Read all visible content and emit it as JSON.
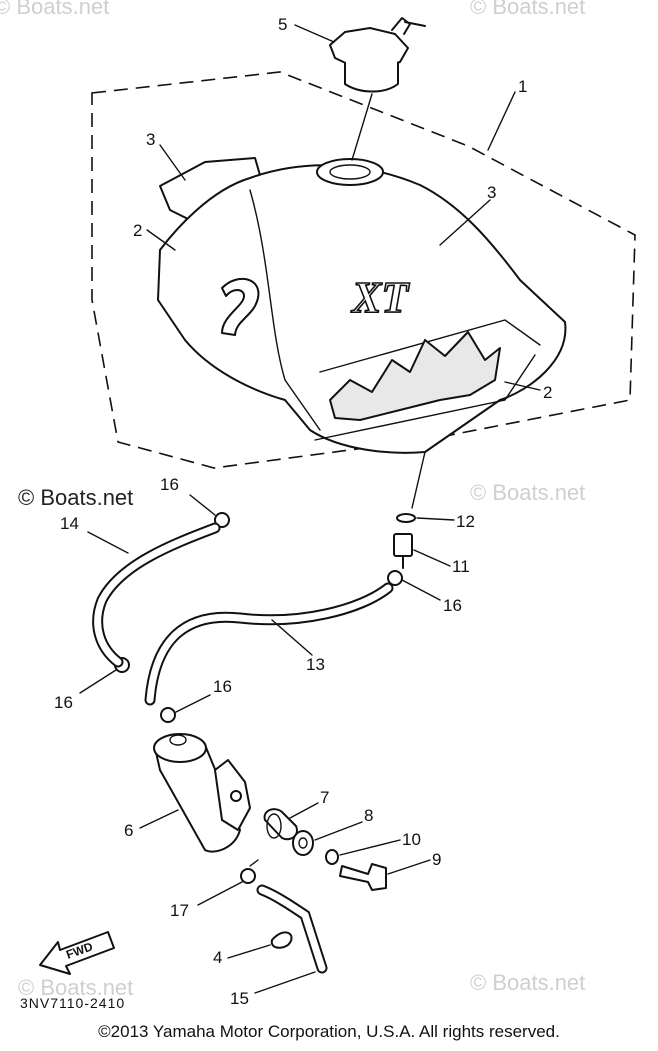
{
  "watermarks": {
    "top_left": "© Boats.net",
    "top_right": "© Boats.net",
    "mid_left": "© Boats.net",
    "mid_right": "© Boats.net",
    "bottom_left": "© Boats.net",
    "bottom_right": "© Boats.net"
  },
  "callouts": {
    "c1": "1",
    "c2a": "2",
    "c2b": "2",
    "c3a": "3",
    "c3b": "3",
    "c4": "4",
    "c5": "5",
    "c6": "6",
    "c7": "7",
    "c8": "8",
    "c9": "9",
    "c10": "10",
    "c11": "11",
    "c12": "12",
    "c13": "13",
    "c14": "14",
    "c15": "15",
    "c16a": "16",
    "c16b": "16",
    "c16c": "16",
    "c16d": "16",
    "c17": "17"
  },
  "tank_badge": "XT",
  "fwd_label": "FWD",
  "diagram_code": "3NV7110-2410",
  "copyright": "©2013 Yamaha Motor Corporation, U.S.A. All rights reserved."
}
